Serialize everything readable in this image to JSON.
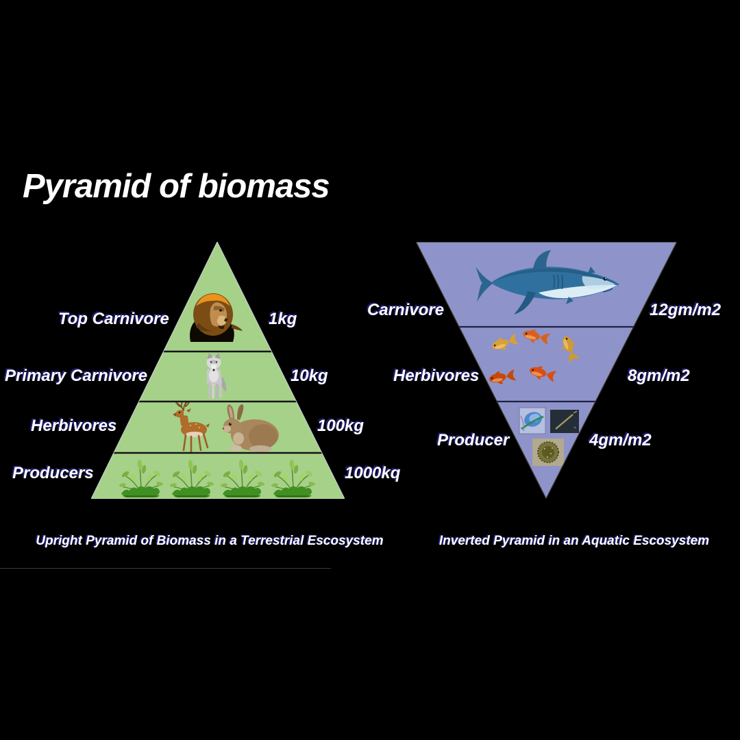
{
  "title": "Pyramid of biomass",
  "colors": {
    "background": "#000000",
    "terrestrial_fill": "#a6d189",
    "aquatic_fill": "#8e93c9",
    "label_text": "#ffffff",
    "label_shadow": "#1d1b6e"
  },
  "terrestrial": {
    "caption": "Upright Pyramid of Biomass in a Terrestrial Escosystem",
    "levels": [
      {
        "label": "Top Carnivore",
        "value": "1kg",
        "organism": "lion"
      },
      {
        "label": "Primary Carnivore",
        "value": "10kg",
        "organism": "wolf"
      },
      {
        "label": "Herbivores",
        "value": "100kg",
        "organism": "deer-and-rabbit"
      },
      {
        "label": "Producers",
        "value": "1000kq",
        "organism": "plants"
      }
    ]
  },
  "aquatic": {
    "caption": "Inverted Pyramid in an Aquatic Escosystem",
    "levels": [
      {
        "label": "Carnivore",
        "value": "12gm/m2",
        "organism": "shark"
      },
      {
        "label": "Herbivores",
        "value": "8gm/m2",
        "organism": "goldfish"
      },
      {
        "label": "Producer",
        "value": "4gm/m2",
        "organism": "plankton"
      }
    ]
  }
}
